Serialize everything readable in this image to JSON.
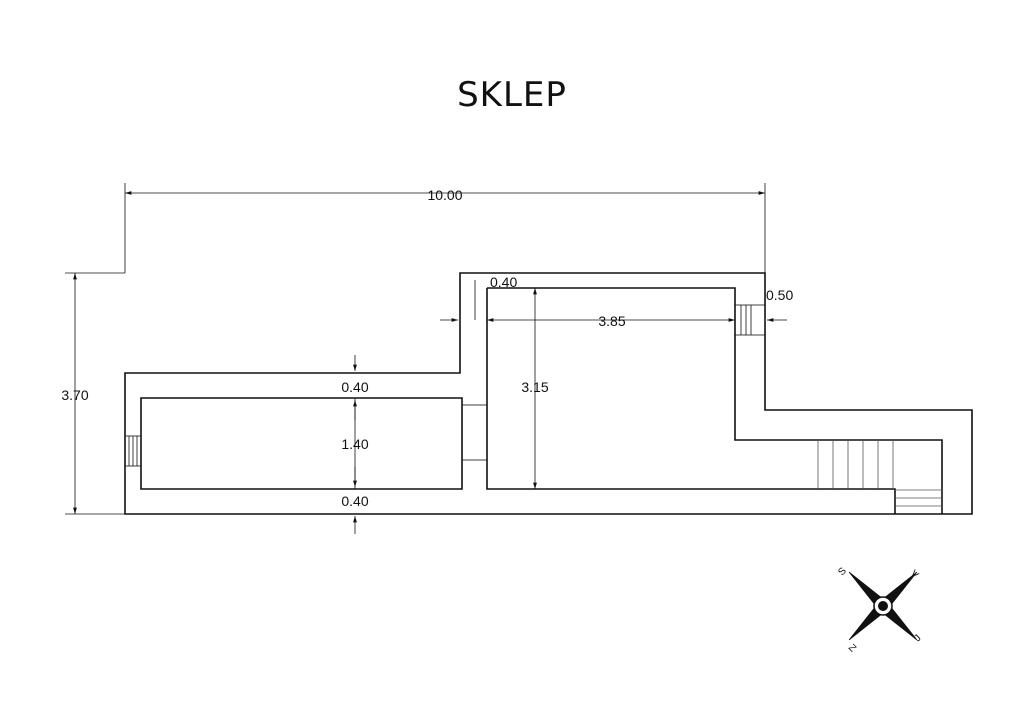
{
  "plan": {
    "title": "SKLEP",
    "dimensions": {
      "total_width": "10.00",
      "total_height": "3.70",
      "wall_top_left": "0.40",
      "room_left_height": "1.40",
      "wall_bottom": "0.40",
      "wall_top_right": "0.40",
      "room_right_width": "3.85",
      "room_right_height": "3.15",
      "door_right_width": "0.50"
    },
    "compass": {
      "north": "S",
      "east": "V",
      "south": "J",
      "west": "Z"
    },
    "colors": {
      "line": "#111111",
      "background": "#ffffff"
    }
  }
}
